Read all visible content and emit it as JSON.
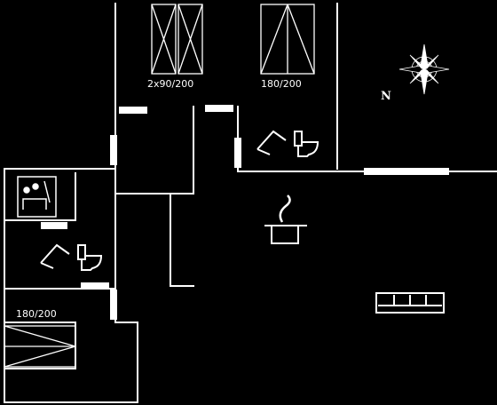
{
  "bed_labels": {
    "bedroom_a": "2x90/200",
    "bedroom_b": "180/200",
    "bedroom_c": "180/200"
  },
  "compass": {
    "north": "N"
  },
  "colors": {
    "background": "#000000",
    "lines": "#ffffff"
  },
  "icons": [
    "shower-icon",
    "toilet-icon",
    "sauna-icon",
    "cooking-pot-icon",
    "sofa-icon",
    "compass-rose-icon",
    "bed-icon"
  ]
}
